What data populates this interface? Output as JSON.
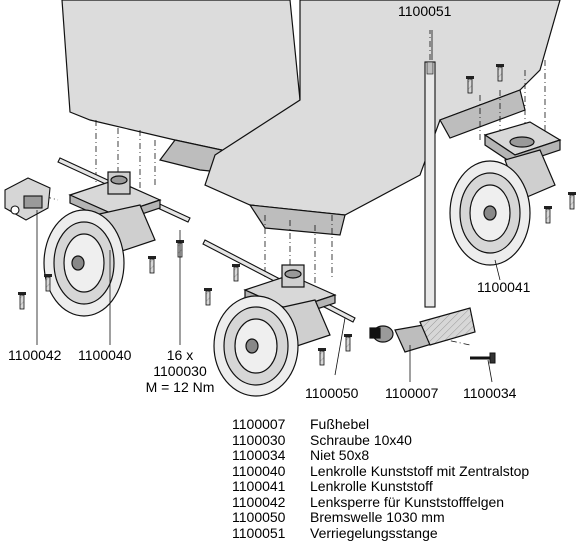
{
  "callouts": {
    "c_1100051": "1100051",
    "c_1100041": "1100041",
    "c_1100042": "1100042",
    "c_1100040": "1100040",
    "c_1100050": "1100050",
    "c_1100007": "1100007",
    "c_1100034": "1100034"
  },
  "screw_note": {
    "line1": "16 x",
    "line2": "1100030",
    "line3": "M = 12 Nm"
  },
  "legend": [
    {
      "code": "1100007",
      "desc": "Fußhebel"
    },
    {
      "code": "1100030",
      "desc": "Schraube 10x40"
    },
    {
      "code": "1100034",
      "desc": "Niet 50x8"
    },
    {
      "code": "1100040",
      "desc": "Lenkrolle Kunststoff mit Zentralstop"
    },
    {
      "code": "1100041",
      "desc": "Lenkrolle Kunststoff"
    },
    {
      "code": "1100042",
      "desc": "Lenksperre für Kunststofffelgen"
    },
    {
      "code": "1100050",
      "desc": "Bremswelle 1030 mm"
    },
    {
      "code": "1100051",
      "desc": "Verriegelungsstange"
    }
  ]
}
